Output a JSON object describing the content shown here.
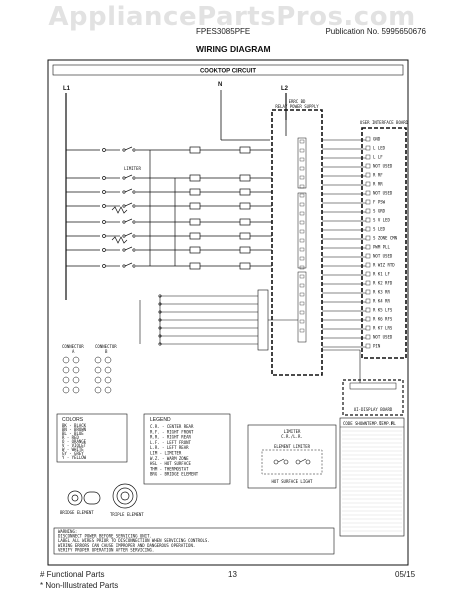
{
  "watermark": "AppliancePartsPros.com",
  "header": {
    "model": "FPES3085PFE",
    "publication": "Publication No. 5995650676",
    "sheet_title": "WIRING DIAGRAM"
  },
  "diagram": {
    "circuit_title": "COOKTOP CIRCUIT",
    "supply": {
      "l1": "L1",
      "n": "N",
      "l2": "L2"
    },
    "relay_board": "ERRC BD\nRELAY POWER SUPPLY",
    "user_interface_board": "USER INTERFACE BOARD",
    "limiter_label": "LIMITER",
    "hot_surface_label": "HOT SURFACE LIGHT",
    "element_limiter_label": "ELEMENT LIMITER",
    "connector_a": "CONNECTOR\nA",
    "connector_b": "CONNECTOR\nB",
    "colors_title": "COLORS",
    "colors": [
      "BK - BLACK",
      "BN - BROWN",
      "BL - BLUE",
      "R - RED",
      "O - ORANGE",
      "V - VIOLET",
      "W - WHITE",
      "GY - GREY",
      "Y - YELLOW"
    ],
    "legend_title": "LEGEND",
    "legend": [
      "C.R. - CENTER REAR",
      "R.F. - RIGHT FRONT",
      "R.R. - RIGHT REAR",
      "L.F. - LEFT FRONT",
      "L.R. - LEFT REAR",
      "LIM - LIMITER",
      "W.Z. - WARM ZONE",
      "HSL - HOT SURFACE",
      "THM - THERMOSTAT",
      "BRG - BRIDGE ELEMENT"
    ],
    "bridge_element": "BRIDGE ELEMENT",
    "triple_element": "TRIPLE ELEMENT",
    "ui_pins": [
      "GND",
      "L LED",
      "L LF",
      "NOT USED",
      "R RF",
      "R RR",
      "NOT USED",
      "F PSW",
      "S GRD",
      "S V LED",
      "S LED",
      "S ZONE CMN",
      "PWM PLL",
      "NOT USED",
      "R WIZ RTD",
      "R K1 LF",
      "R K2 RFD",
      "R K3 RR",
      "R K4 RR",
      "R K5 LFS",
      "R K6 RFS",
      "R K7 LRS",
      "NOT USED",
      "PIN"
    ],
    "warning_lines": [
      "WARNING:",
      "DISCONNECT POWER BEFORE SERVICING UNIT.",
      "LABEL ALL WIRES PRIOR TO DISCONNECTION WHEN SERVICING CONTROLS.",
      "WIRING ERRORS CAN CAUSE IMPROPER AND DANGEROUS OPERATION.",
      "VERIFY PROPER OPERATION AFTER SERVICING."
    ],
    "table_headers": [
      "CODE",
      "SHOWN",
      "TEMP.C",
      "TEMP.F",
      "ML"
    ],
    "ui_display_board": "UI-DISPLAY BOARD"
  },
  "footer": {
    "functional": "# Functional Parts",
    "non_illustrated": "* Non-Illustrated Parts",
    "page": "13",
    "date": "05/15"
  }
}
